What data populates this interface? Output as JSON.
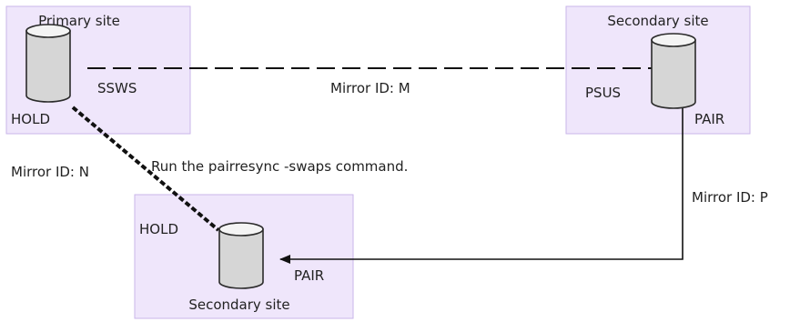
{
  "sites": {
    "primary": {
      "title": "Primary site"
    },
    "secondary_right": {
      "title": "Secondary site"
    },
    "secondary_bottom": {
      "title": "Secondary site"
    }
  },
  "volumes": {
    "primary": {
      "status_right": "SSWS",
      "status_below": "HOLD"
    },
    "secondary_right": {
      "status_left": "PSUS",
      "status_below": "PAIR"
    },
    "secondary_bottom": {
      "status_left": "HOLD",
      "status_right": "PAIR"
    }
  },
  "links": {
    "m": {
      "label": "Mirror ID: M"
    },
    "n": {
      "label": "Mirror ID: N"
    },
    "p": {
      "label": "Mirror ID: P"
    }
  },
  "annotation": "Run the pairresync -swaps command."
}
